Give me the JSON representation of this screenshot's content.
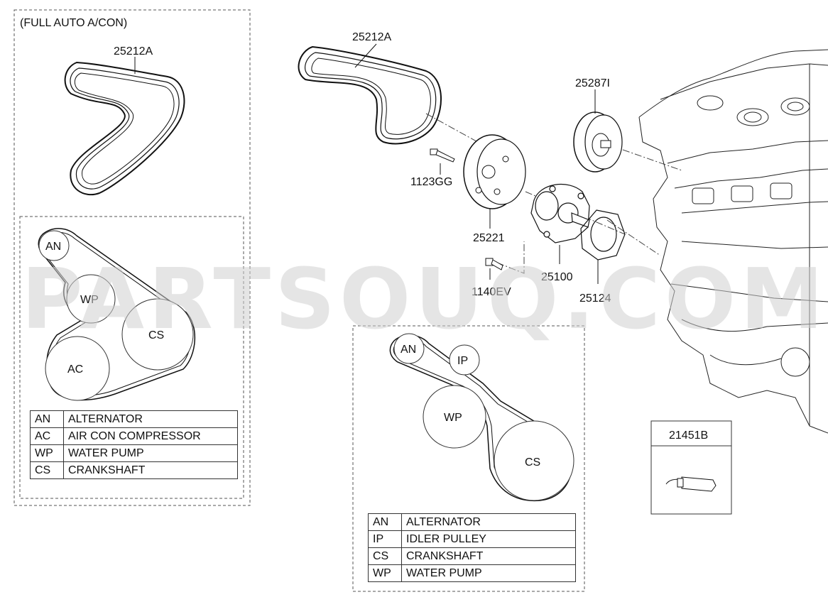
{
  "panel_left": {
    "title": "(FULL AUTO A/CON)",
    "belt_part_number": "25212A",
    "pulleys": [
      {
        "code": "AN"
      },
      {
        "code": "WP"
      },
      {
        "code": "CS"
      },
      {
        "code": "AC"
      }
    ],
    "legend": [
      {
        "code": "AN",
        "name": "ALTERNATOR"
      },
      {
        "code": "AC",
        "name": "AIR CON COMPRESSOR"
      },
      {
        "code": "WP",
        "name": "WATER PUMP"
      },
      {
        "code": "CS",
        "name": "CRANKSHAFT"
      }
    ]
  },
  "main_diagram": {
    "parts": [
      {
        "number": "25212A"
      },
      {
        "number": "25287I"
      },
      {
        "number": "1123GG"
      },
      {
        "number": "25221"
      },
      {
        "number": "25100"
      },
      {
        "number": "1140EV"
      },
      {
        "number": "25124"
      }
    ]
  },
  "panel_mid": {
    "pulleys": [
      {
        "code": "AN"
      },
      {
        "code": "IP"
      },
      {
        "code": "WP"
      },
      {
        "code": "CS"
      }
    ],
    "legend": [
      {
        "code": "AN",
        "name": "ALTERNATOR"
      },
      {
        "code": "IP",
        "name": "IDLER PULLEY"
      },
      {
        "code": "CS",
        "name": "CRANKSHAFT"
      },
      {
        "code": "WP",
        "name": "WATER PUMP"
      }
    ]
  },
  "sealant_box": {
    "part_number": "21451B"
  },
  "watermark": "PARTSOUQ.COM"
}
